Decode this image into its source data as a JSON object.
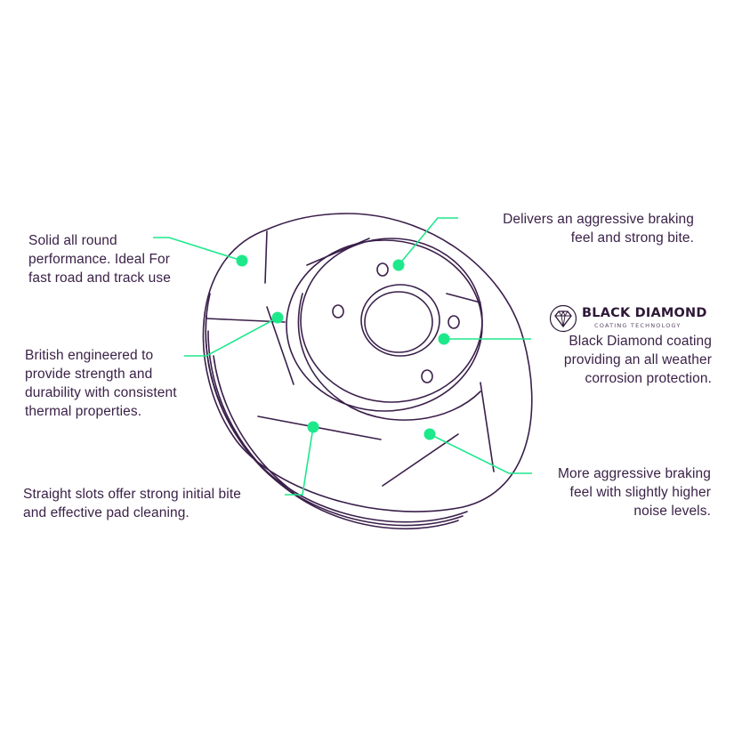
{
  "callouts": {
    "solid": "Solid all round\nperformance. Ideal For\nfast road and track use",
    "british": "British engineered to\nprovide strength and\ndurability with consistent\nthermal properties.",
    "straight": "Straight slots offer strong initial bite\nand effective pad cleaning.",
    "delivers": "Delivers an aggressive braking\nfeel and strong bite.",
    "coating": "Black Diamond coating\nproviding an all weather\ncorrosion protection.",
    "more": "More aggressive braking\nfeel with slightly higher\nnoise levels."
  },
  "brand": {
    "name": "BLACK DIAMOND",
    "tagline": "COATING TECHNOLOGY"
  },
  "colors": {
    "outline": "#3a1f4a",
    "accent": "#1de98b",
    "text": "#3b2248"
  },
  "icons": {
    "brand_mark": "diamond-gem-icon"
  }
}
